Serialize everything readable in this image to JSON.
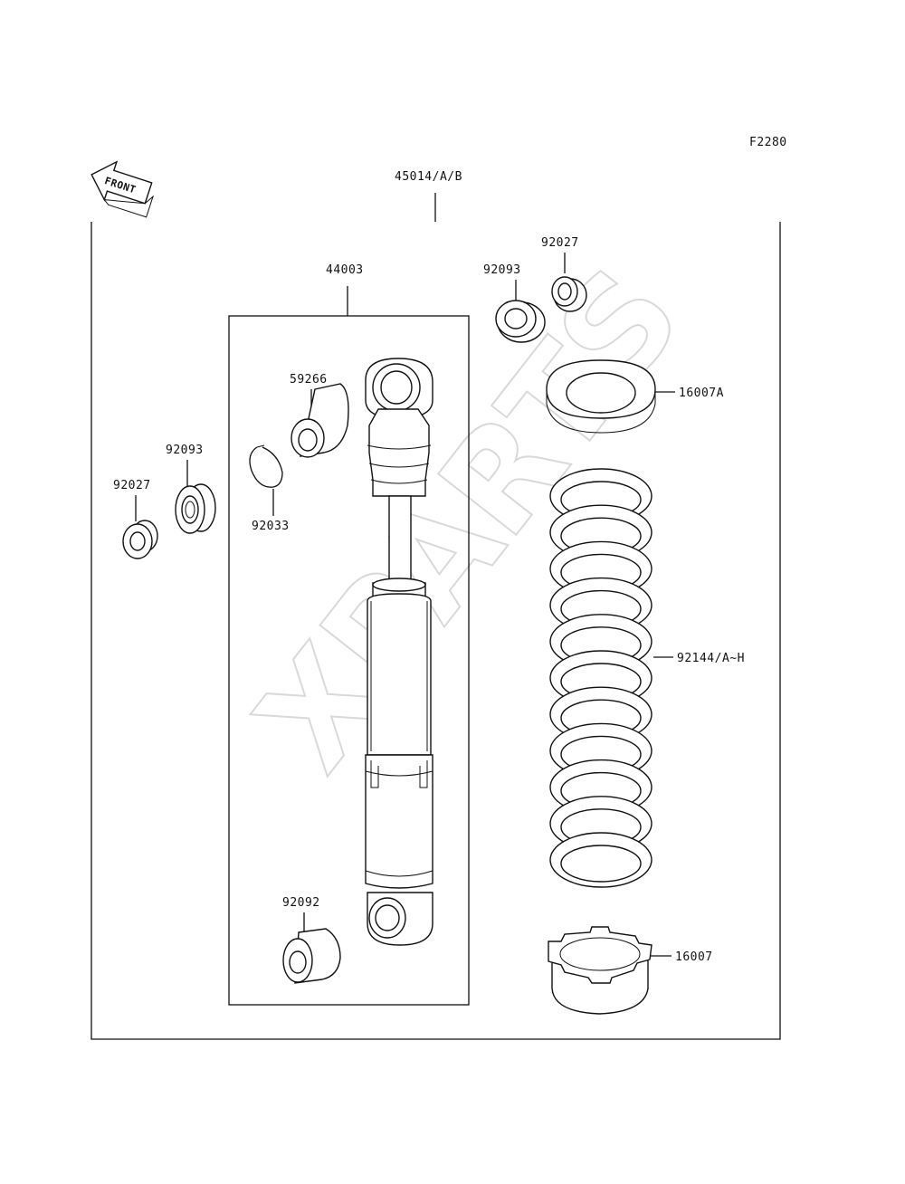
{
  "figure_code": "F2280",
  "front_label": "FRONT",
  "watermark": "XPARTS",
  "parts": {
    "assembly": "45014/A/B",
    "shock_unit": "44003",
    "bushing_top": "59266",
    "circlip": "92033",
    "bushing_bottom": "92092",
    "washer_left": "92093",
    "collar_left": "92027",
    "washer_right": "92093",
    "collar_right": "92027",
    "spring_guide_top": "16007A",
    "spring": "92144/A~H",
    "spring_guide_bottom": "16007"
  }
}
